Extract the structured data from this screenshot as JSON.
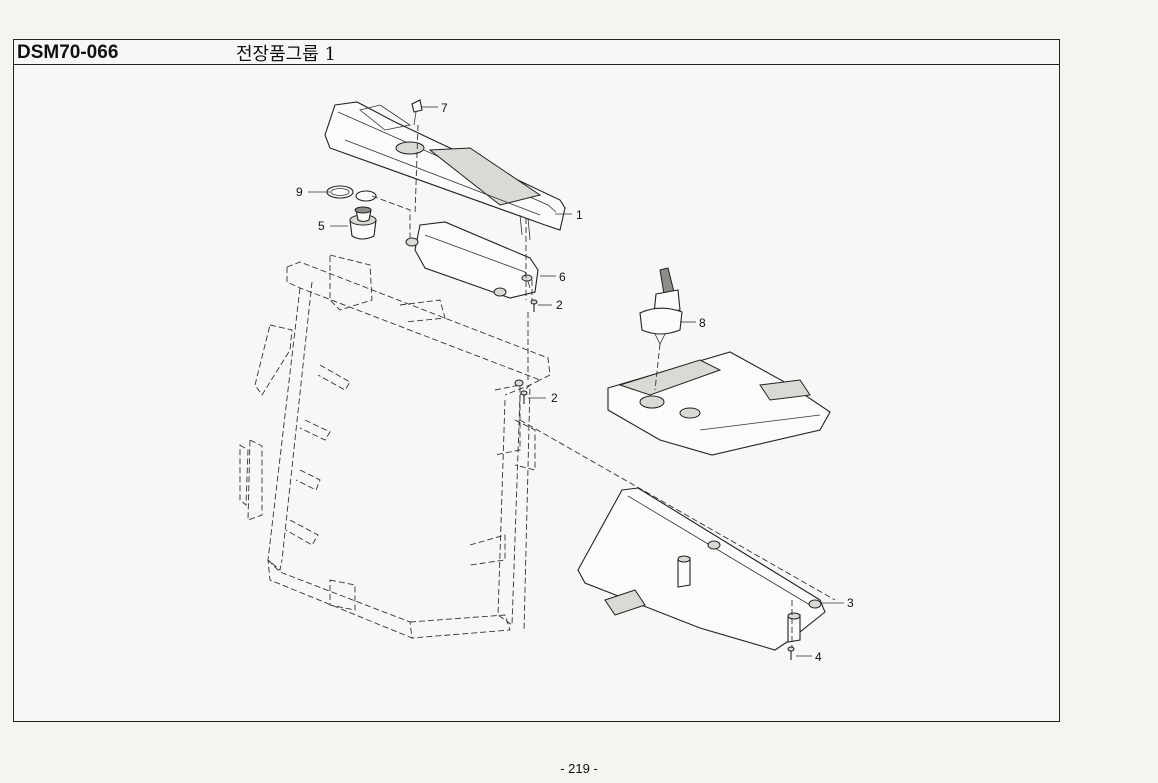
{
  "header": {
    "code": "DSM70-066",
    "group_title": "전장품그룹 1"
  },
  "callouts": {
    "c1": "1",
    "c2a": "2",
    "c2b": "2",
    "c3": "3",
    "c4": "4",
    "c5": "5",
    "c6": "6",
    "c7": "7",
    "c8": "8",
    "c9": "9"
  },
  "footer": {
    "page_number": "- 219 -"
  }
}
